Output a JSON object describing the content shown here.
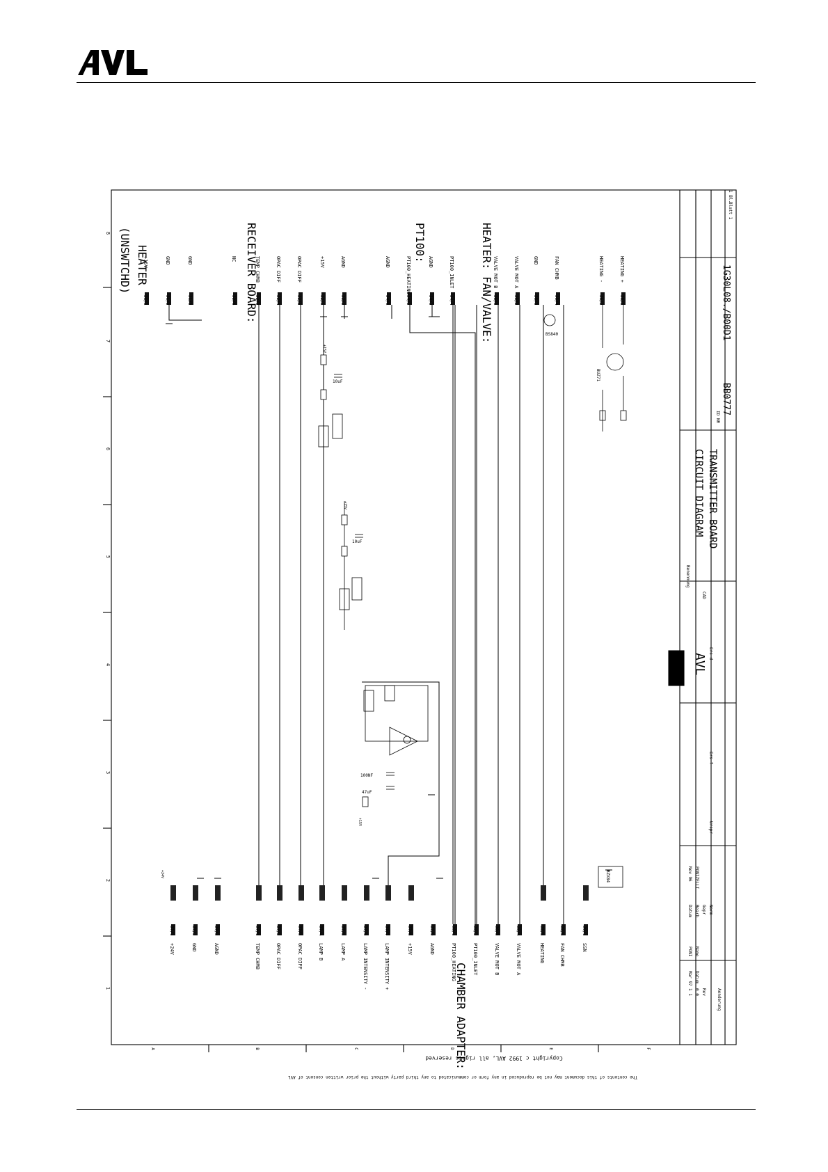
{
  "header_logo": "AVL",
  "zones": [
    "1",
    "2",
    "3",
    "4",
    "5",
    "6",
    "7",
    "8"
  ],
  "rows": [
    "A",
    "B",
    "C",
    "D",
    "E",
    "F"
  ],
  "sections": {
    "heater_unswitched_1": "(UNSWTCHD)",
    "heater_unswitched_2": "HEATER",
    "receiver_board": "RECEIVER BOARD:",
    "pt100": "PT100:",
    "heater_fan_valve": "HEATER: FAN/VALVE:",
    "chamber_adapter": "CHAMBER ADAPTER:"
  },
  "top_connectors": [
    {
      "pin": "J1/1",
      "label": "+15V"
    },
    {
      "pin": "J1/2",
      "label": "GND"
    },
    {
      "pin": "J1/3",
      "label": "GND"
    },
    {
      "pin": "J2/6",
      "label": "NC"
    },
    {
      "pin": "J2/3",
      "label": "TEMP CHMB"
    },
    {
      "pin": "J2/4",
      "label": "OPAC DIFF"
    },
    {
      "pin": "J2/5",
      "label": "OPAC DIFF"
    },
    {
      "pin": "J2/1",
      "label": "+15V"
    },
    {
      "pin": "J2/2",
      "label": "AGND"
    },
    {
      "pin": "J4/1",
      "label": "AGND"
    },
    {
      "pin": "J4/2",
      "label": "PT100_HEATING"
    },
    {
      "pin": "J4/3",
      "label": "AGND"
    },
    {
      "pin": "J4/4",
      "label": "PT100_INLET"
    },
    {
      "pin": "J5/1",
      "label": "VALVE MOT B"
    },
    {
      "pin": "J5/2",
      "label": "VALVE MOT A"
    },
    {
      "pin": "J5/3",
      "label": "GND"
    },
    {
      "pin": "J5/4",
      "label": "FAN CHMB"
    },
    {
      "pin": "J6/2",
      "label": "HEATING -"
    },
    {
      "pin": "J6/1",
      "label": "HEATING +"
    }
  ],
  "bottom_connectors": [
    {
      "pin": "J7/1",
      "label": "+24V"
    },
    {
      "pin": "J7/2",
      "label": "GND"
    },
    {
      "pin": "J7/3",
      "label": "AGND"
    },
    {
      "pin": "J7/1",
      "label": "TEMP CHMB"
    },
    {
      "pin": "J7/2",
      "label": "OPAC DIFF"
    },
    {
      "pin": "J7/3",
      "label": "OPAC DIFF"
    },
    {
      "pin": "J7/4",
      "label": "LAMP B"
    },
    {
      "pin": "J7/5",
      "label": "LAMP A"
    },
    {
      "pin": "J7/6",
      "label": "LAMP INTENSITY -"
    },
    {
      "pin": "J7/7",
      "label": "LAMP INTENSITY +"
    },
    {
      "pin": "J7/8",
      "label": "+15V"
    },
    {
      "pin": "J7/9",
      "label": "AGND"
    },
    {
      "pin": "J8/1",
      "label": "PT100_HEATING"
    },
    {
      "pin": "J8/2",
      "label": "PT100_INLET"
    },
    {
      "pin": "J8/3",
      "label": "VALVE MOT B"
    },
    {
      "pin": "J8/4",
      "label": "VALVE MOT A"
    },
    {
      "pin": "J8/5",
      "label": "HEATING"
    },
    {
      "pin": "J8/6",
      "label": "FAN CHMB"
    },
    {
      "pin": "J9/1",
      "label": "SSN"
    }
  ],
  "components": {
    "cap_10uf": "10uF",
    "cap_100nf": "100NF",
    "cap_47uf": "47uF",
    "transistor": "BS840",
    "mosfet": "BUZ71",
    "diode": "BZX84",
    "supply_24v": "+24V",
    "supply_15v": "+15V"
  },
  "title_block": {
    "heading": "Benennung",
    "title_line1": "CIRCUIT DIAGRAM",
    "title_line2": "TRANSMITTER BOARD",
    "id_label": "ID NR",
    "id_number": "BB0777",
    "drawing_number": "1G30L08./B00D1",
    "sheet": "Blatt 1",
    "sheet_count": "1 Bl.",
    "cad": "CAD",
    "logo": "AVL",
    "ers_d": "Ers d",
    "ers_f": "Ers f",
    "urspr": "Urspr",
    "date_label": "Datum",
    "bearb": "Bearb",
    "gepr": "Gepr",
    "norm": "Norm",
    "date_value": "Nov 96",
    "drawer": "PONIZELLI",
    "rev_rows": [
      {
        "rev": "1 1",
        "date": "Mar 97",
        "name": "PONI"
      },
      {
        "rev": "0 0",
        "date": "Datum",
        "name": "Name"
      }
    ],
    "rev_label": "Rev",
    "aenderung": "Aenderung"
  },
  "copyright_1": "Copyright c 1992 AVL, all rights reserved",
  "copyright_2": "The contents of this document may not be reproduced in any form or communicated to any third party without the prior written consent of AVL"
}
